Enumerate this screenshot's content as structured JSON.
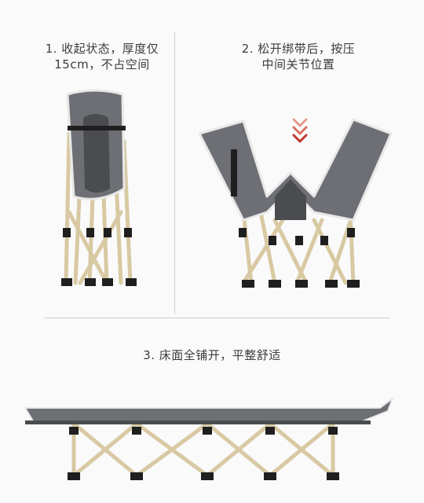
{
  "steps": [
    {
      "number": "1.",
      "line1": "收起状态，厚度仅",
      "line2": "15cm，不占空间"
    },
    {
      "number": "2.",
      "line1": "松开绑带后，按压",
      "line2": "中间关节位置"
    },
    {
      "number": "3.",
      "line1": "床面全铺开，平整舒适",
      "line2": ""
    }
  ],
  "colors": {
    "fabric": "#6d6f74",
    "fabric_dark": "#4a4c50",
    "fabric_edge": "#e8e8e8",
    "frame": "#d8c9a3",
    "frame_dark": "#b9a67a",
    "joint": "#1f1f1f",
    "arrow": "#c0392b"
  }
}
